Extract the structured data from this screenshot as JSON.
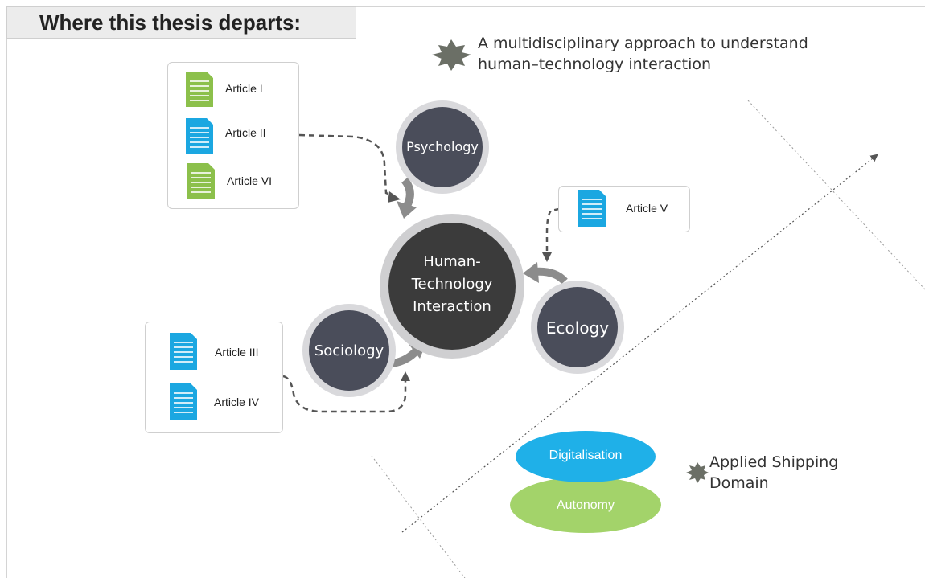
{
  "header": {
    "title": "Where this thesis departs:"
  },
  "notes": {
    "approach": [
      "A multidisciplinary approach to understand",
      "human–technology interaction"
    ],
    "domain": [
      "Applied Shipping",
      "Domain"
    ]
  },
  "center": {
    "lines": [
      "Human-",
      "Technology",
      "Interaction"
    ]
  },
  "disciplines": {
    "psychology": "Psychology",
    "ecology": "Ecology",
    "sociology": "Sociology"
  },
  "articles": {
    "group1": [
      "Article I",
      "Article II",
      "Article VI"
    ],
    "group2": [
      "Article V"
    ],
    "group3": [
      "Article III",
      "Article IV"
    ]
  },
  "domains": {
    "top": "Digitalisation",
    "bottom": "Autonomy"
  },
  "colors": {
    "doc_green": "#8cc04b",
    "doc_blue": "#1ba7e1",
    "circle": "#4a4d5a",
    "center_circle": "#3a3a3a",
    "digitalisation": "#1fb0e8",
    "autonomy": "#a3d36a",
    "star": "#6b6f66"
  },
  "icons": {
    "star": "star-icon",
    "document": "document-icon"
  }
}
